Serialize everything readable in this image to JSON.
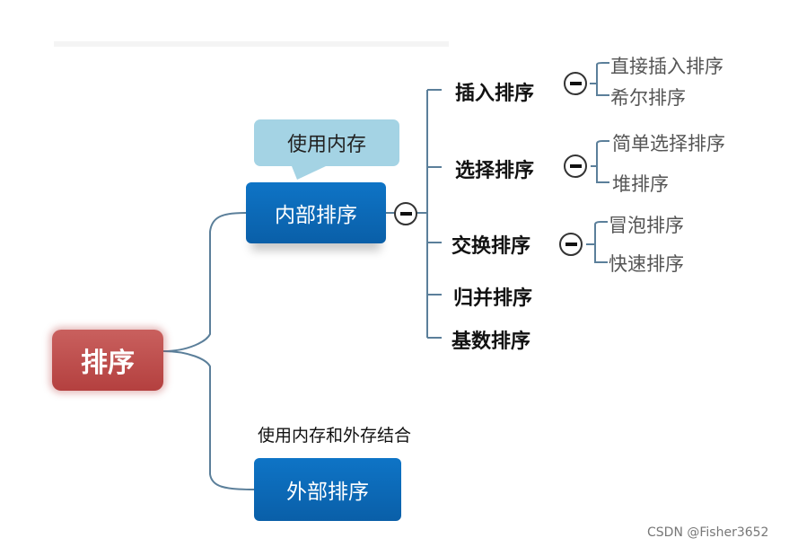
{
  "root": {
    "label": "排序"
  },
  "internal": {
    "label": "内部排序",
    "callout": "使用内存",
    "methods": [
      {
        "label": "插入排序",
        "children": [
          "直接插入排序",
          "希尔排序"
        ]
      },
      {
        "label": "选择排序",
        "children": [
          "简单选择排序",
          "堆排序"
        ]
      },
      {
        "label": "交换排序",
        "children": [
          "冒泡排序",
          "快速排序"
        ]
      },
      {
        "label": "归并排序",
        "children": []
      },
      {
        "label": "基数排序",
        "children": []
      }
    ]
  },
  "external": {
    "label": "外部排序",
    "note": "使用内存和外存结合"
  },
  "watermark": "CSDN @Fisher3652",
  "colors": {
    "root": "#b4403f",
    "node_blue": "#0a5fa8",
    "callout": "#a4d3e4",
    "connector": "#5b7f9a"
  }
}
